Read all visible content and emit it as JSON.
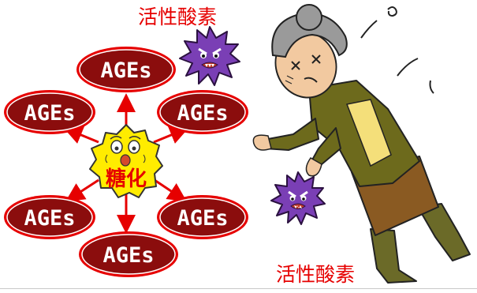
{
  "labels": {
    "active_oxygen_top": "活性酸素",
    "active_oxygen_bottom": "活性酸素",
    "center": "糖化"
  },
  "ages_nodes": [
    {
      "label": "AGEs"
    },
    {
      "label": "AGEs"
    },
    {
      "label": "AGEs"
    },
    {
      "label": "AGEs"
    },
    {
      "label": "AGEs"
    },
    {
      "label": "AGEs"
    }
  ],
  "colors": {
    "ellipse_fill": "#8b0d0d",
    "ellipse_ring": "#e60000",
    "arrow": "#e60000",
    "label_red": "#e60000",
    "center_fill": "#ffec00",
    "germ_fill": "#7a3fb5",
    "jacket": "#6d6a1c",
    "skirt": "#8a5a22"
  },
  "icons": [
    "center-yellow-blob-icon",
    "purple-germ-icon",
    "elderly-woman-illustration"
  ]
}
